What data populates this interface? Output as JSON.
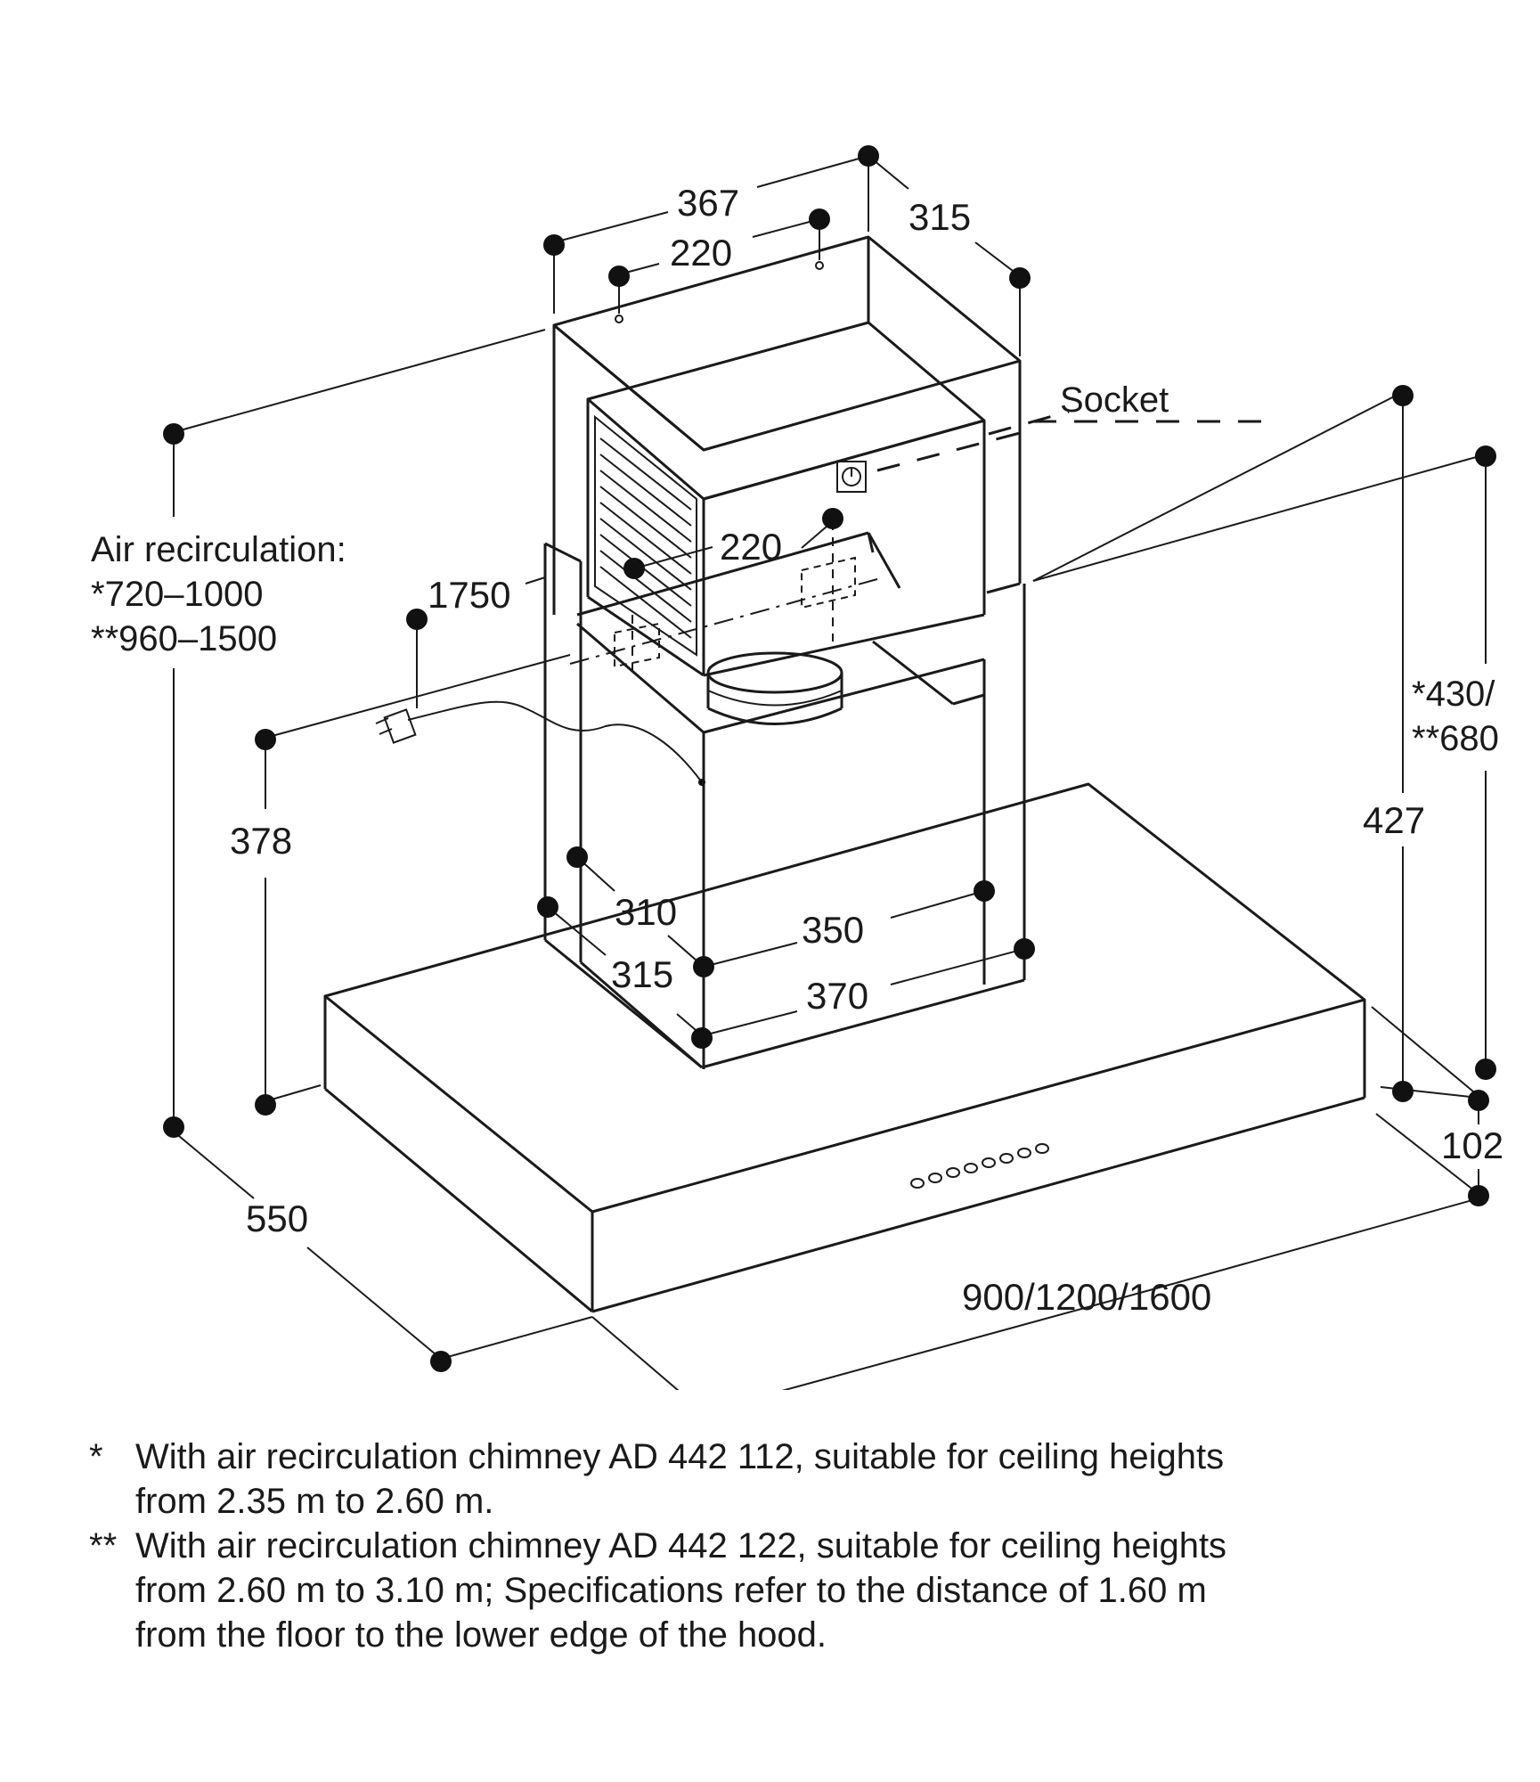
{
  "labels": {
    "socket": "Socket",
    "air_recirc_title": "Air recirculation:",
    "air_recirc_1": "*720–1000",
    "air_recirc_2": "**960–1500",
    "right_height_1": "*430/",
    "right_height_2": "**680"
  },
  "dimensions": {
    "d367": "367",
    "d220_top": "220",
    "d315_top": "315",
    "d220_mid": "220",
    "d1750": "1750",
    "d378": "378",
    "d427": "427",
    "d310": "310",
    "d350": "350",
    "d315_bot": "315",
    "d370": "370",
    "d102": "102",
    "d550": "550",
    "d_width": "900/1200/1600"
  },
  "notes": [
    {
      "mark": "*",
      "lines": [
        "With air recirculation chimney AD 442 112, suitable for ceiling heights",
        "from 2.35 m to 2.60 m."
      ]
    },
    {
      "mark": "**",
      "lines": [
        "With air recirculation chimney AD 442 122, suitable for ceiling heights",
        "from 2.60 m to 3.10 m; Specifications refer to the distance of 1.60 m",
        "from the floor to the lower edge of the hood."
      ]
    }
  ]
}
